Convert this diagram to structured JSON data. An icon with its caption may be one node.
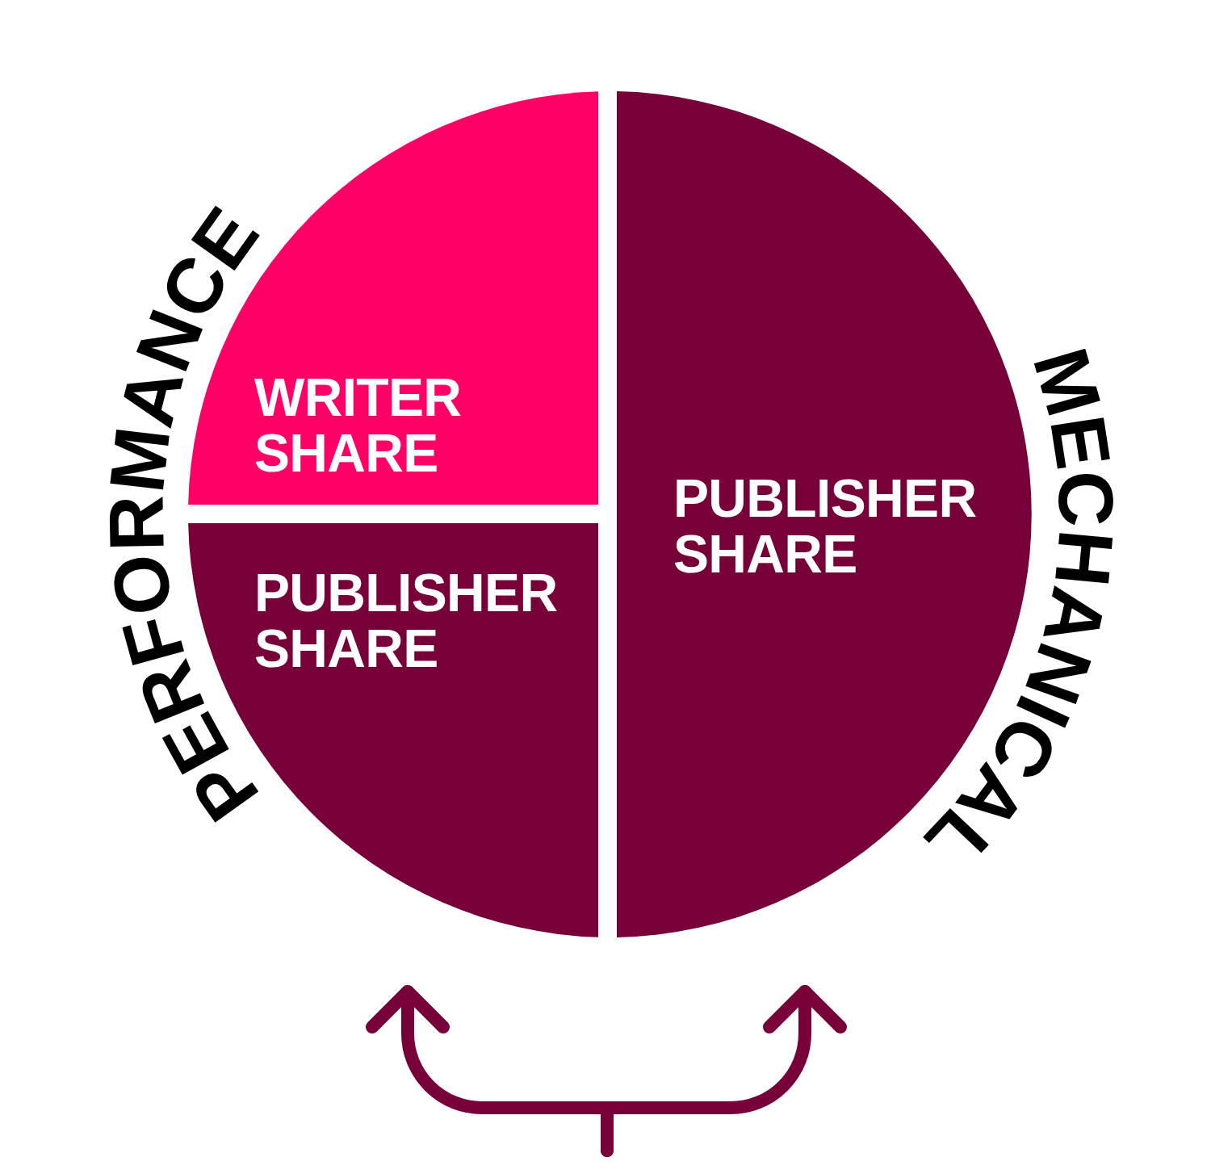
{
  "diagram": {
    "nodes": [
      {
        "text": [
          "WRITER SHARE"
        ]
      },
      {
        "text": [
          "PUBLISHER SHARE"
        ]
      },
      {
        "text": [
          "PUBLISHER SHARE"
        ]
      }
    ],
    "edges": [
      {
        "from": null,
        "to": 1,
        "arrow": "to"
      },
      {
        "from": null,
        "to": 2,
        "arrow": "to"
      }
    ],
    "labels": [
      "PERFORMANCE",
      "MECHANICAL"
    ]
  }
}
